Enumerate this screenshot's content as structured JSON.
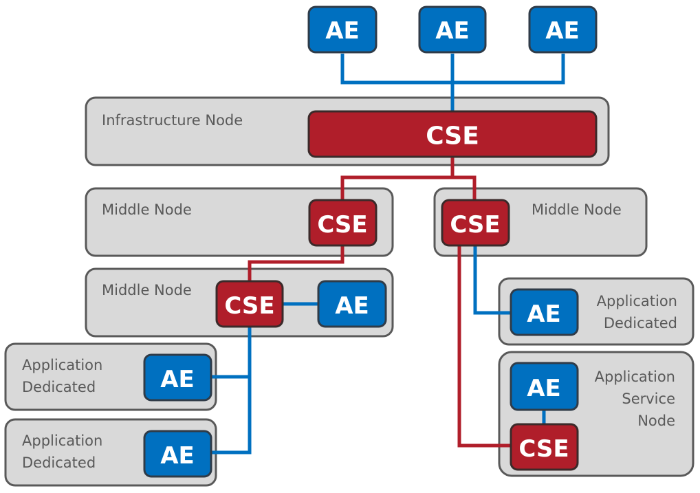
{
  "labels": {
    "infrastructure_node": "Infrastructure Node",
    "middle_node": "Middle Node",
    "application": "Application",
    "dedicated": "Dedicated",
    "service": "Service",
    "node": "Node"
  },
  "blocks": {
    "ae": "AE",
    "cse": "CSE"
  },
  "colors": {
    "ae_blue": "#0070c0",
    "cse_red": "#b01e2a",
    "node_fill": "#d9d9d9",
    "node_border": "#595959",
    "label_gray": "#595959"
  }
}
